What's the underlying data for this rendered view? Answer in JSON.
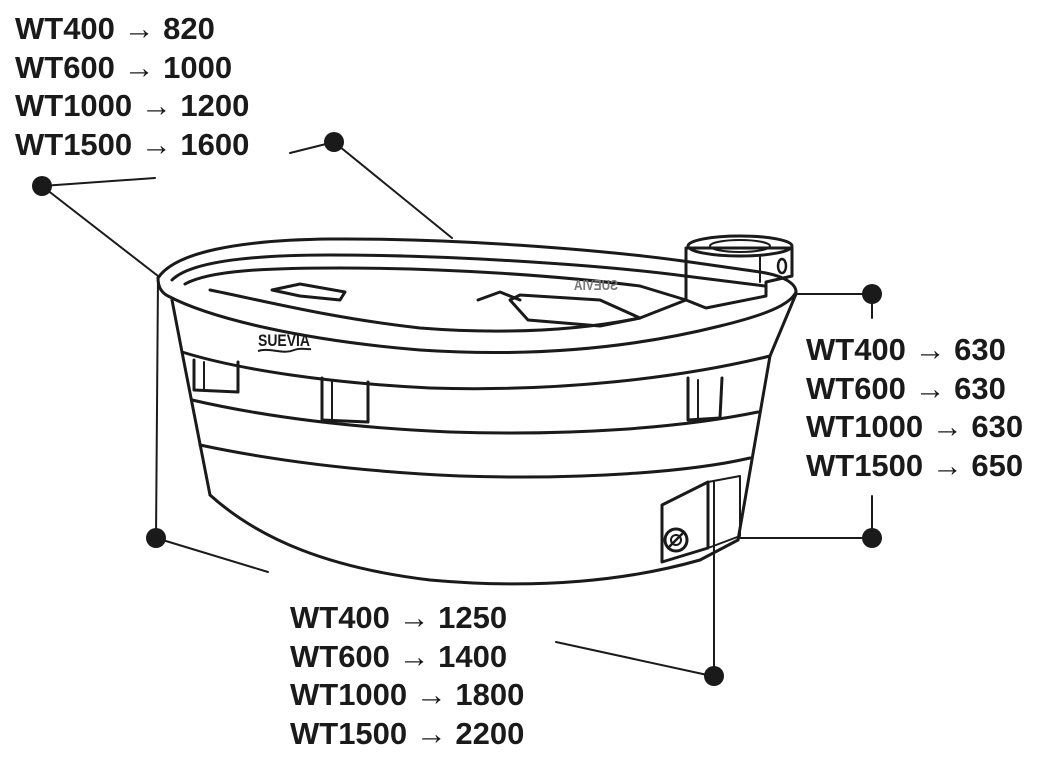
{
  "diagram": {
    "brand_logo": "SUEVIA",
    "dimension_groups": [
      {
        "id": "width",
        "lines": [
          "WT400 → 820",
          "WT600 → 1000",
          "WT1000 → 1200",
          "WT1500 → 1600"
        ]
      },
      {
        "id": "height",
        "lines": [
          "WT400 → 630",
          "WT600 → 630",
          "WT1000 → 630",
          "WT1500 → 650"
        ]
      },
      {
        "id": "length",
        "lines": [
          "WT400 → 1250",
          "WT600 → 1400",
          "WT1000 → 1800",
          "WT1500 → 2200"
        ]
      }
    ],
    "colors": {
      "ink": "#1a1a1a",
      "background": "#ffffff"
    }
  }
}
